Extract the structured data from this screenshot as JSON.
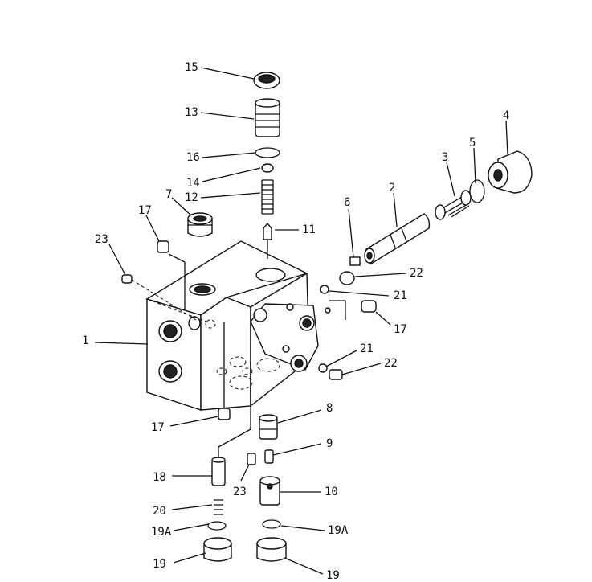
{
  "callouts": {
    "c1": "1",
    "c2": "2",
    "c3": "3",
    "c4": "4",
    "c5": "5",
    "c6": "6",
    "c7": "7",
    "c8": "8",
    "c9": "9",
    "c10": "10",
    "c11": "11",
    "c12": "12",
    "c13": "13",
    "c14": "14",
    "c15": "15",
    "c16": "16",
    "c17a": "17",
    "c17b": "17",
    "c17c": "17",
    "c18": "18",
    "c19a": "19",
    "c19b": "19",
    "c19Aa": "19A",
    "c19Ab": "19A",
    "c20": "20",
    "c21a": "21",
    "c21b": "21",
    "c22a": "22",
    "c22b": "22",
    "c23a": "23",
    "c23b": "23"
  }
}
